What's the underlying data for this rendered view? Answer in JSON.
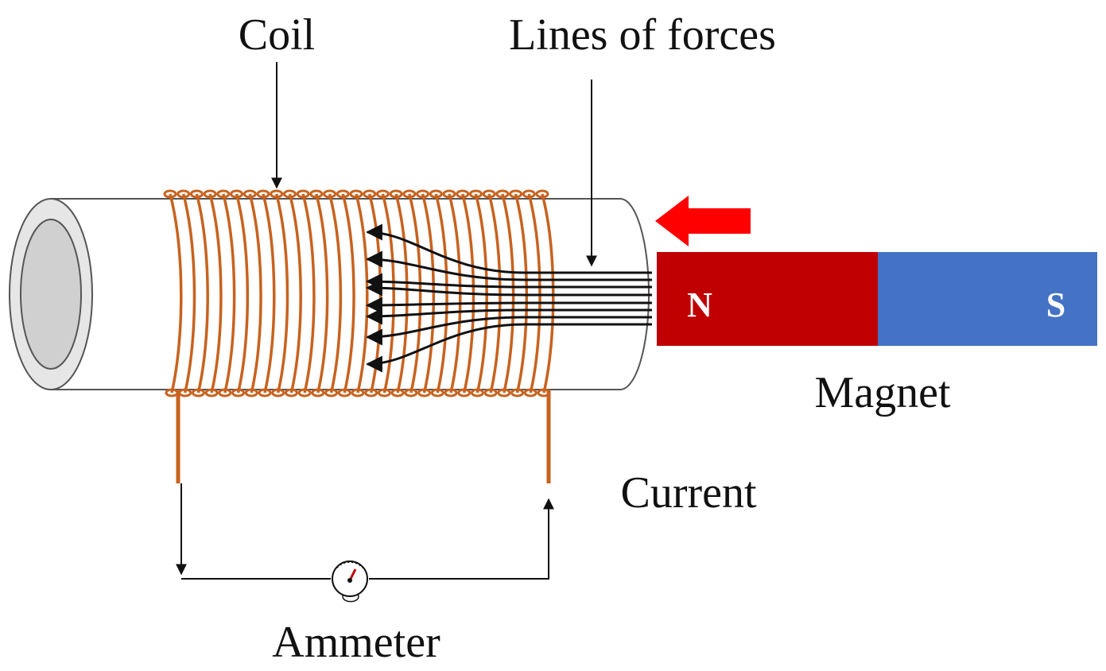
{
  "labels": {
    "coil": "Coil",
    "lines_of_forces": "Lines of forces",
    "magnet": "Magnet",
    "current": "Current",
    "ammeter": "Ammeter",
    "north_pole": "N",
    "south_pole": "S"
  },
  "colors": {
    "coil_wire": "#c8621e",
    "magnet_north": "#c00000",
    "magnet_south": "#4472c4",
    "motion_arrow": "#ff0000",
    "tube_end": "#d9d9d9",
    "field_lines": "#111111",
    "circuit": "#111111"
  },
  "icons": {
    "motion_arrow": "left-arrow-icon",
    "ammeter": "gauge-icon"
  }
}
